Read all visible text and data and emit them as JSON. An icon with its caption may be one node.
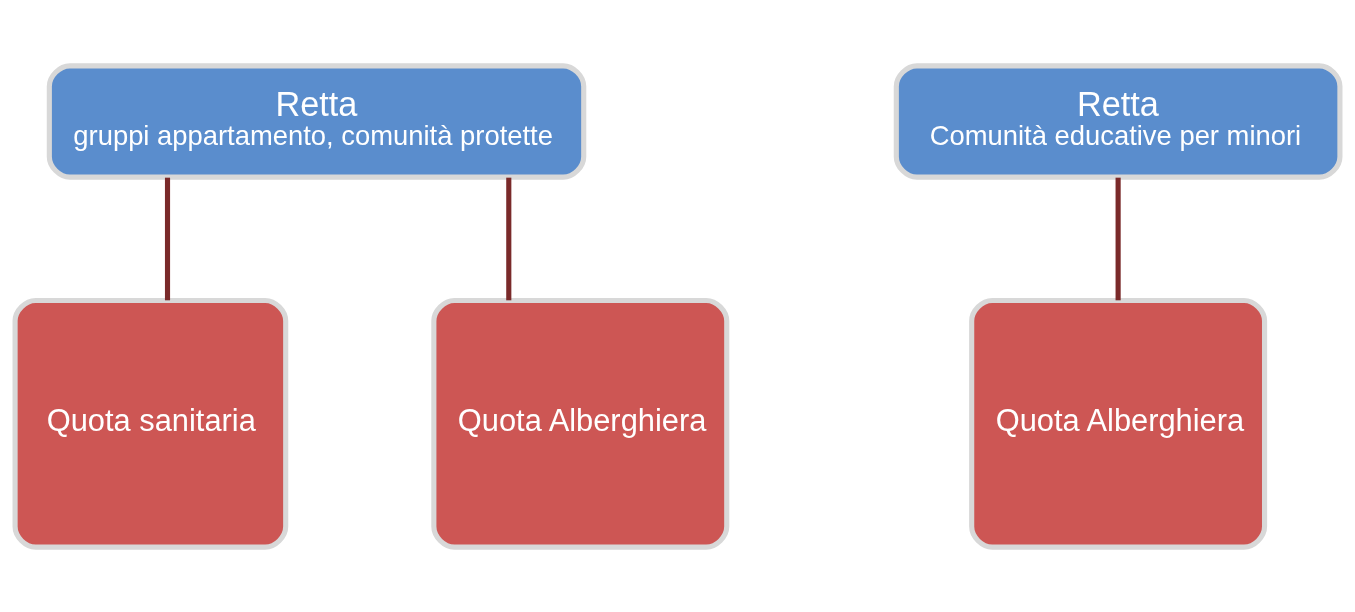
{
  "diagram": {
    "nodes": [
      {
        "text": [
          "Retta",
          "gruppi appartamento, comunità protette"
        ]
      },
      {
        "text": [
          "Quota sanitaria"
        ]
      },
      {
        "text": [
          "Quota Alberghiera"
        ]
      },
      {
        "text": [
          "Retta",
          "Comunità educative per minori"
        ]
      },
      {
        "text": [
          "Quota Alberghiera"
        ]
      }
    ],
    "edges": [
      {
        "from": 0,
        "to": 1,
        "arrow": "none"
      },
      {
        "from": 0,
        "to": 2,
        "arrow": "none"
      },
      {
        "from": 3,
        "to": 4,
        "arrow": "none"
      }
    ]
  }
}
